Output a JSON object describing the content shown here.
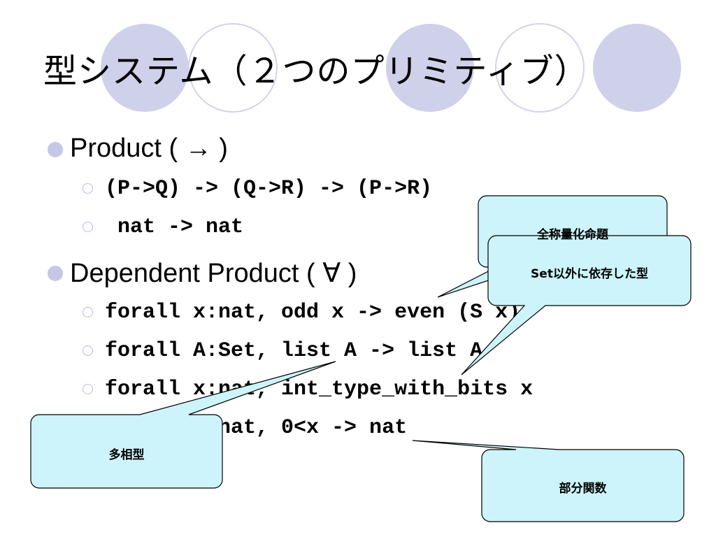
{
  "slide": {
    "title": "型システム（２つのプリミティブ）",
    "bullets": [
      {
        "text": "Product ( → )",
        "sub": [
          "(P->Q) -> (Q->R) -> (P->R)",
          " nat -> nat"
        ]
      },
      {
        "text": "Dependent Product ( ∀ )",
        "sub": [
          "forall x:nat, odd x -> even (S x)",
          "forall A:Set, list A -> list A",
          "forall x:nat, int_type_with_bits x",
          "forall x:nat, 0<x -> nat"
        ]
      }
    ]
  },
  "callouts": {
    "universal": "全称量化命題",
    "set_dependent": "Set以外に依存した型",
    "polymorphic": "多相型",
    "partial": "部分関数"
  },
  "colors": {
    "bullet": "#c6c7e6",
    "callout_fill": "#ccf4fa",
    "deco_circle": "#cfd0ea"
  }
}
